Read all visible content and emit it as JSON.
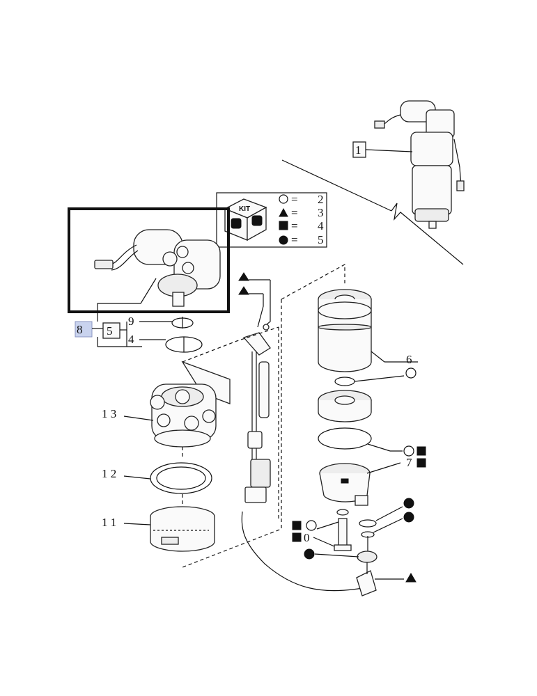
{
  "callouts": {
    "c1": "1",
    "c2": "2",
    "c3": "3",
    "c4": "4",
    "c5": "5",
    "c6": "6",
    "c7": "7",
    "c8": "8",
    "c9": "9",
    "c10": "0",
    "c11": "1 1",
    "c12": "1 2",
    "c13": "1 3",
    "c4b": "4",
    "c5b": "5"
  },
  "kit": {
    "label": "KIT",
    "symbol_legend": [
      {
        "symbol": "circle-outline",
        "number": "2"
      },
      {
        "symbol": "triangle",
        "number": "3"
      },
      {
        "symbol": "square",
        "number": "4"
      },
      {
        "symbol": "circle-filled",
        "number": "5"
      }
    ],
    "equals": "="
  },
  "colors": {
    "line": "#111111",
    "highlight_box": "#111111",
    "callout8_bg": "#c9d3ee"
  }
}
